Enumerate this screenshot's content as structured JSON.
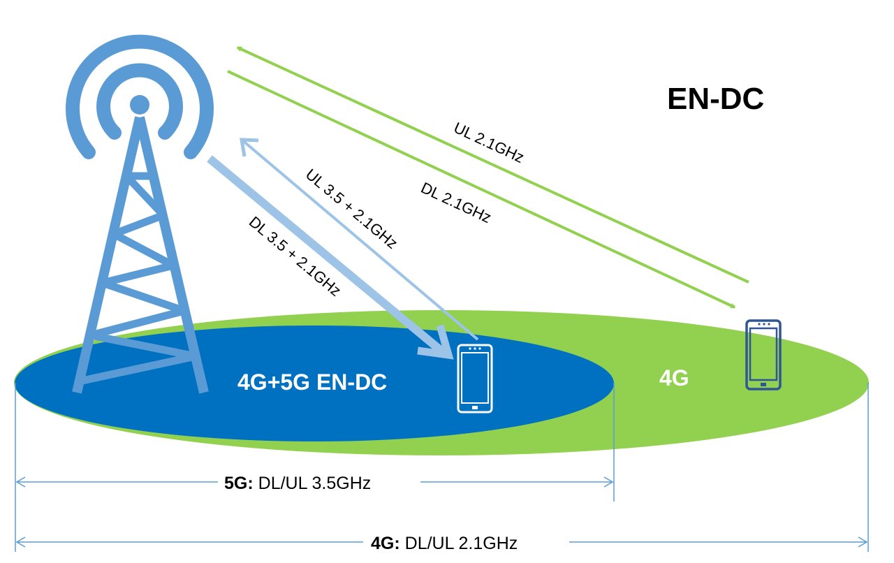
{
  "title": "EN-DC",
  "colors": {
    "tower": "#5B9BD5",
    "green_link": "#92D050",
    "blue_link": "#9DC3E6",
    "area_4g": "#92D050",
    "area_5g": "#0070C0",
    "phone_4g": "#2F5597",
    "dimension_line": "#5B9BD5",
    "text": "#000000",
    "area_text": "#ffffff"
  },
  "links": {
    "ul_4g": "UL 2.1GHz",
    "dl_4g": "DL 2.1GHz",
    "ul_endc": "UL 3.5 + 2.1GHz",
    "dl_endc": "DL 3.5 + 2.1GHz"
  },
  "areas": {
    "endc_label": "4G+5G EN-DC",
    "lte_label": "4G"
  },
  "dimensions": {
    "nr": {
      "prefix": "5G:",
      "text": " DL/UL 3.5GHz"
    },
    "lte": {
      "prefix": "4G:",
      "text": " DL/UL 2.1GHz"
    }
  },
  "icons": {
    "tower": "cell-tower-icon",
    "phone_endc": "smartphone-icon",
    "phone_4g": "smartphone-icon"
  }
}
